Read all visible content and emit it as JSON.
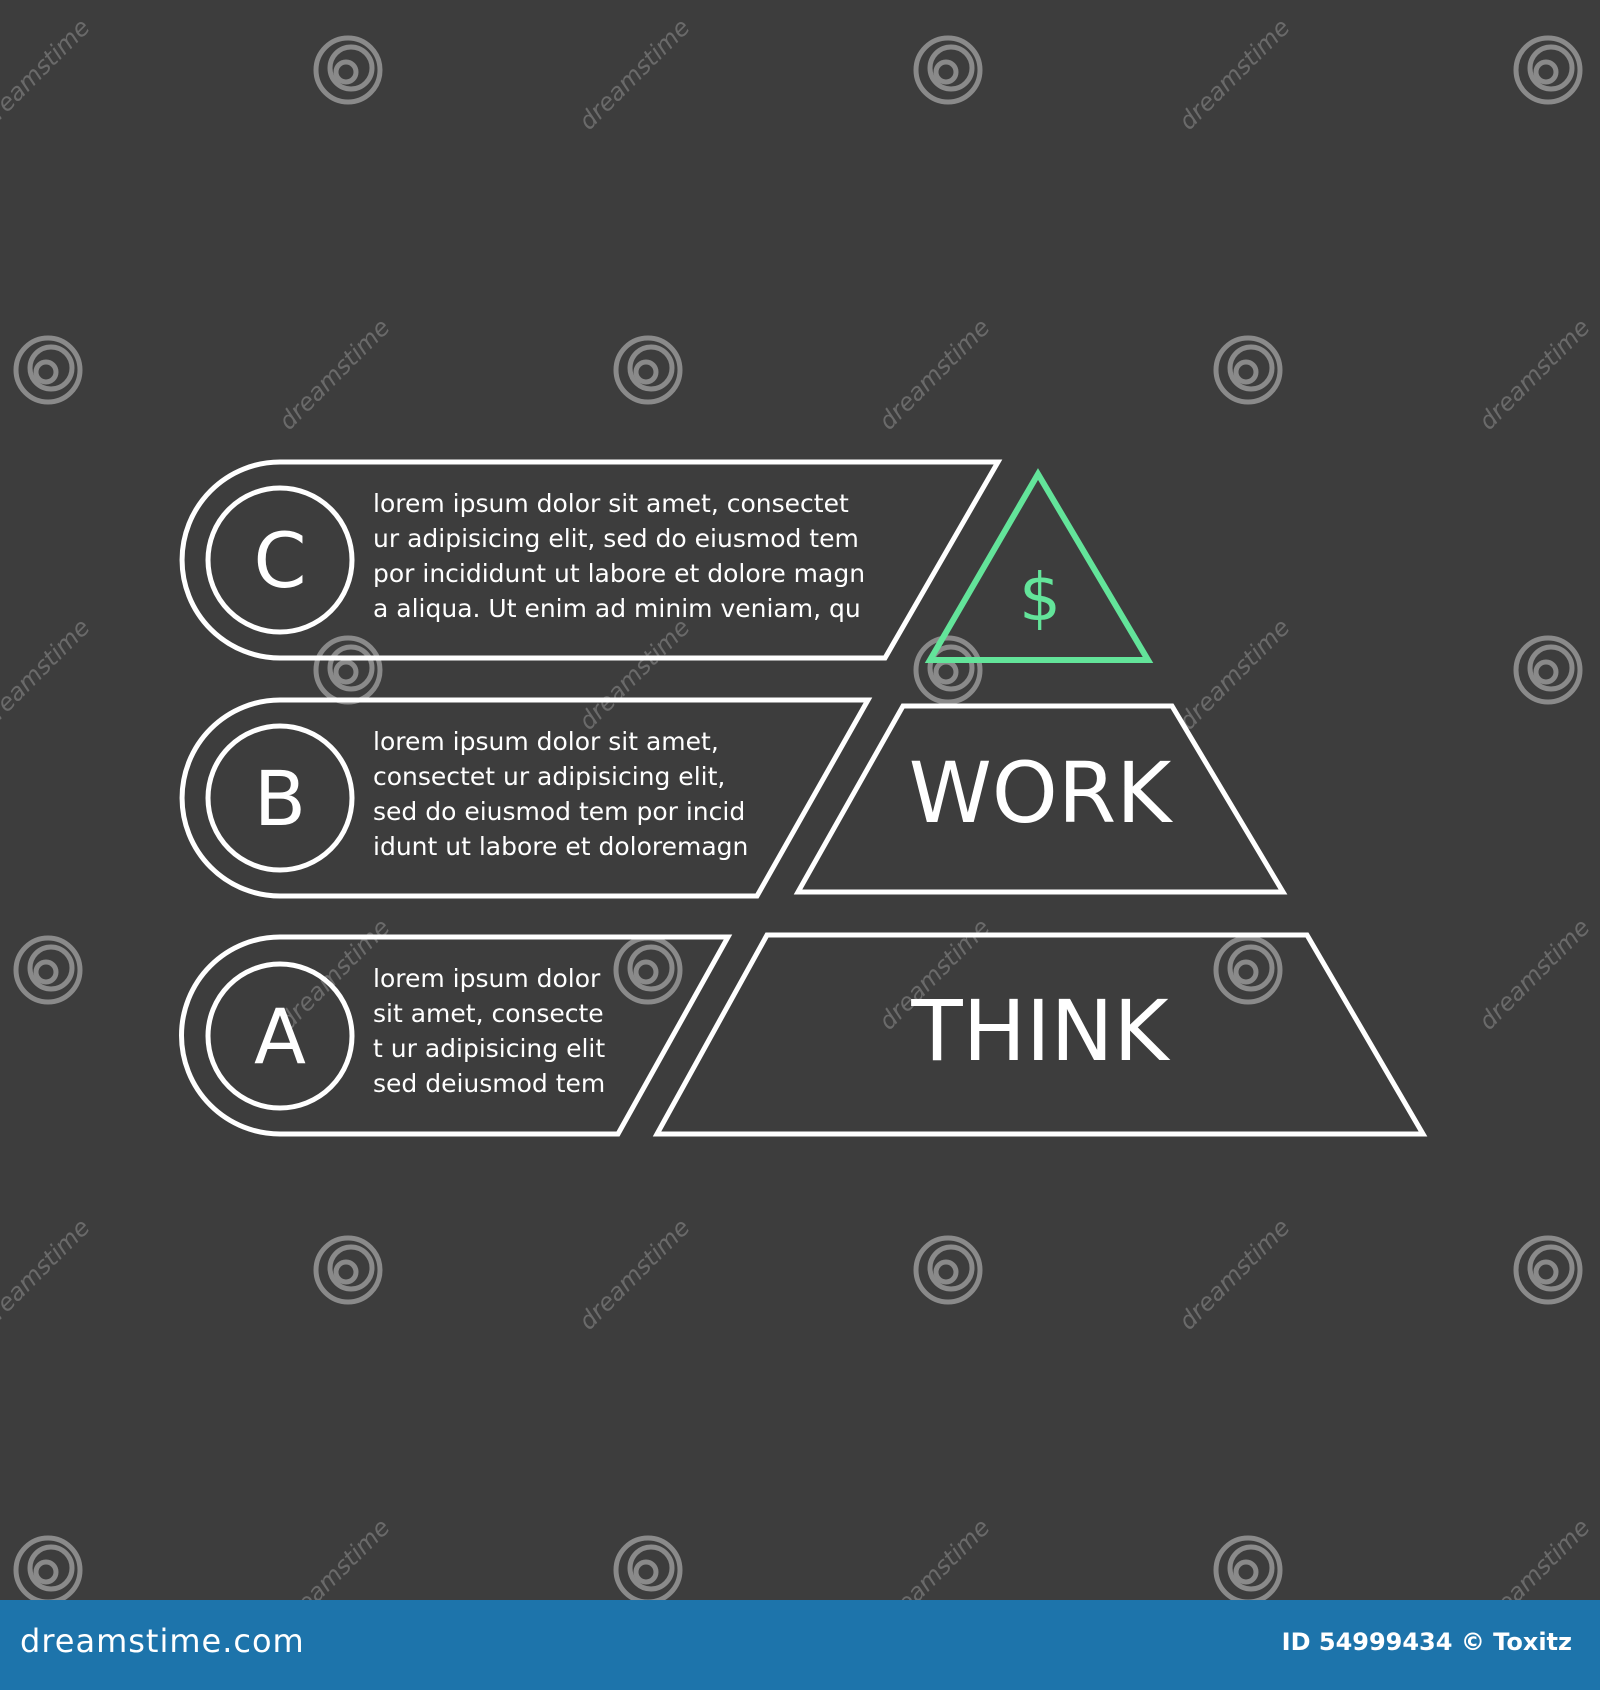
{
  "colors": {
    "background": "#3d3d3d",
    "outline": "#ffffff",
    "accent": "#63e49a",
    "footer": "#1d74ab"
  },
  "watermark": {
    "text": "dreamstime"
  },
  "steps": [
    {
      "letter": "C",
      "lines": [
        "lorem ipsum dolor sit amet, consectet",
        "ur adipisicing elit, sed do eiusmod tem",
        "por incididunt ut labore et dolore magn",
        "a aliqua. Ut enim ad minim veniam, qu"
      ]
    },
    {
      "letter": "B",
      "lines": [
        "lorem ipsum dolor sit amet,",
        "consectet ur adipisicing elit,",
        "sed do eiusmod tem por incid",
        "idunt ut labore et doloremagn"
      ]
    },
    {
      "letter": "A",
      "lines": [
        "lorem ipsum dolor",
        "sit amet, consecte",
        "t ur adipisicing elit",
        "sed deiusmod tem"
      ]
    }
  ],
  "pyramid": {
    "top_symbol": "$",
    "middle_label": "WORK",
    "bottom_label": "THINK"
  },
  "footer": {
    "logo": "dreamstime.com",
    "credit": "ID 54999434 © Toxitz"
  }
}
